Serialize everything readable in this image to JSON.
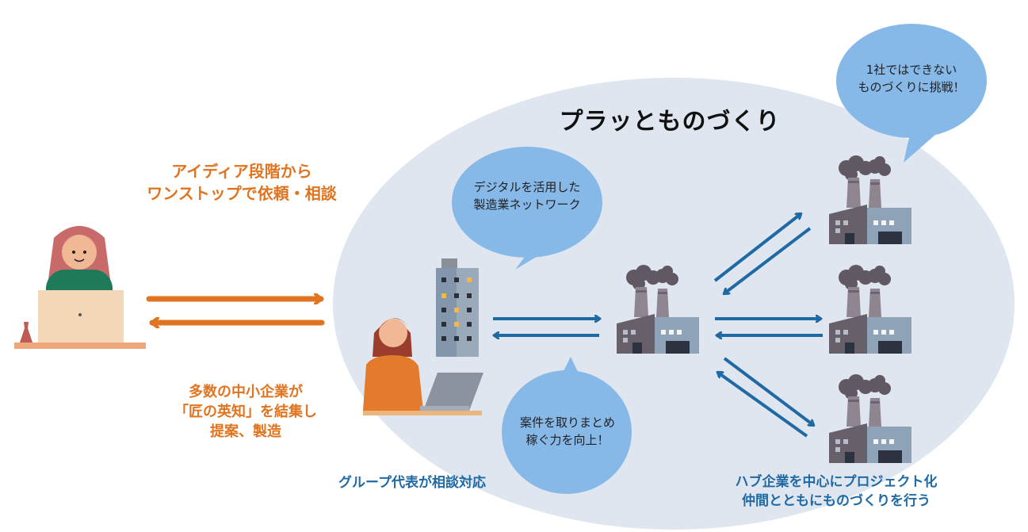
{
  "colors": {
    "orange": "#e07420",
    "blue_arrow": "#1f6aa5",
    "bubble": "#86b8e8",
    "platform_bg": "#dfe6ef",
    "factory_dark": "#6a626d",
    "factory_light": "#8fa3b8",
    "smoke": "#605862"
  },
  "platform": {
    "title": "プラッとものづくり"
  },
  "client": {
    "request_label_line1": "アイディア段階から",
    "request_label_line2": "ワンストップで依頼・相談",
    "response_label_line1": "多数の中小企業が",
    "response_label_line2": "「匠の英知」を結集し",
    "response_label_line3": "提案、製造",
    "icon": "woman-at-laptop-icon"
  },
  "representative": {
    "label": "グループ代表が相談対応",
    "icon": "woman-at-laptop-icon"
  },
  "bubbles": {
    "digital_line1": "デジタルを活用した",
    "digital_line2": "製造業ネットワーク",
    "earn_line1": "案件を取りまとめ",
    "earn_line2": "稼ぐ力を向上！",
    "challenge_line1": "1社ではできない",
    "challenge_line2": "ものづくりに挑戦！"
  },
  "hub": {
    "label_line1": "ハブ企業を中心にプロジェクト化",
    "label_line2": "仲間とともにものづくりを行う",
    "icon": "factory-icon",
    "partner_count": 3
  },
  "building": {
    "icon": "office-building-icon"
  }
}
